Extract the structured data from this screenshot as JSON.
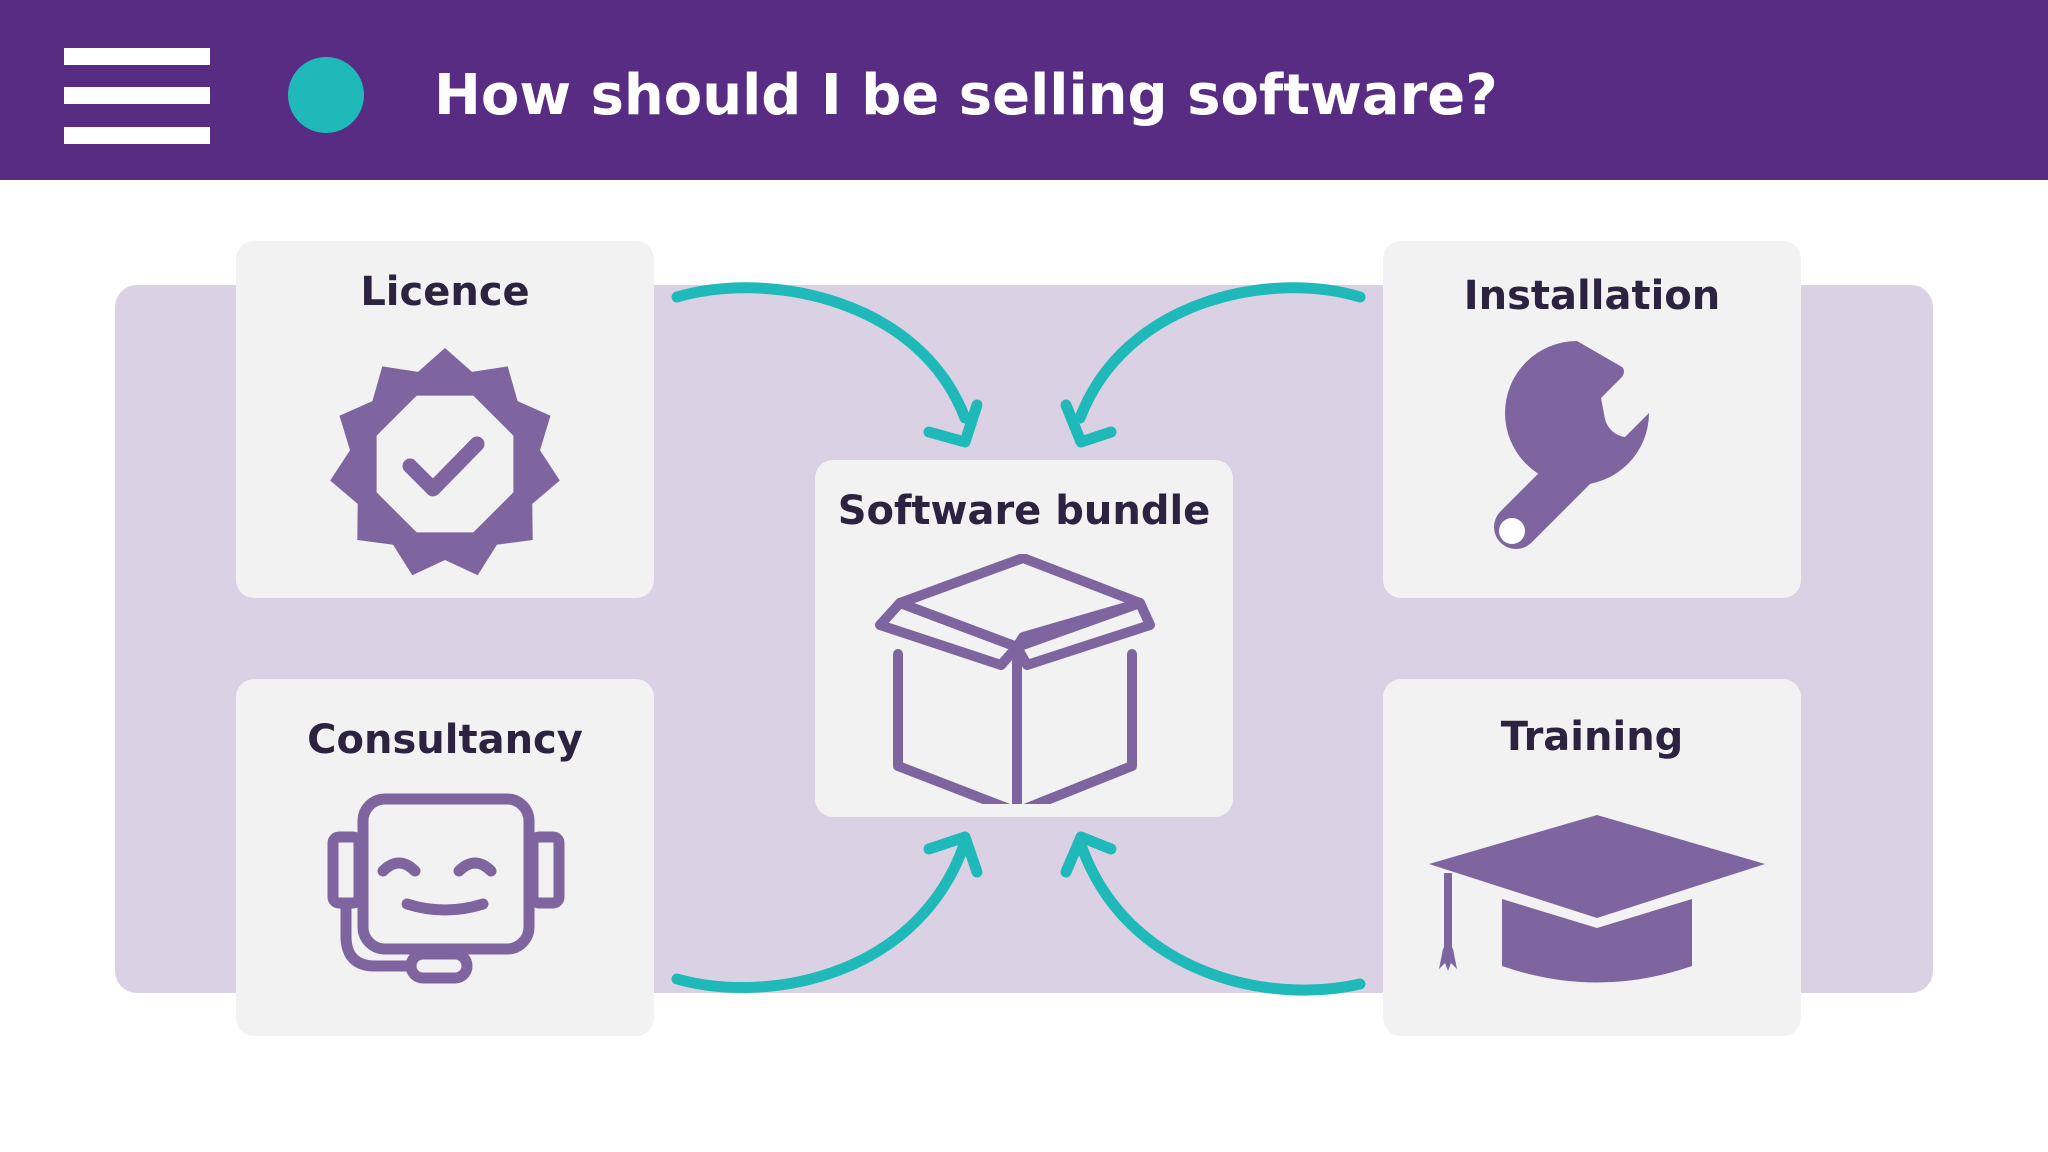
{
  "header": {
    "title": "How should I be selling software?",
    "icons": [
      "menu-icon",
      "status-dot"
    ]
  },
  "diagram": {
    "center": {
      "label": "Software bundle",
      "icon": "box-icon"
    },
    "items": [
      {
        "label": "Licence",
        "icon": "badge-check-icon"
      },
      {
        "label": "Installation",
        "icon": "wrench-icon"
      },
      {
        "label": "Consultancy",
        "icon": "robot-support-icon"
      },
      {
        "label": "Training",
        "icon": "graduation-cap-icon"
      }
    ],
    "relation": "each item arrows into center"
  },
  "colors": {
    "header_bg": "#582c83",
    "accent_teal": "#20b9b9",
    "icon_purple": "#7f65a0",
    "backdrop": "#dad2e4",
    "card_bg": "#f2f2f3",
    "text_dark": "#2b2340"
  }
}
